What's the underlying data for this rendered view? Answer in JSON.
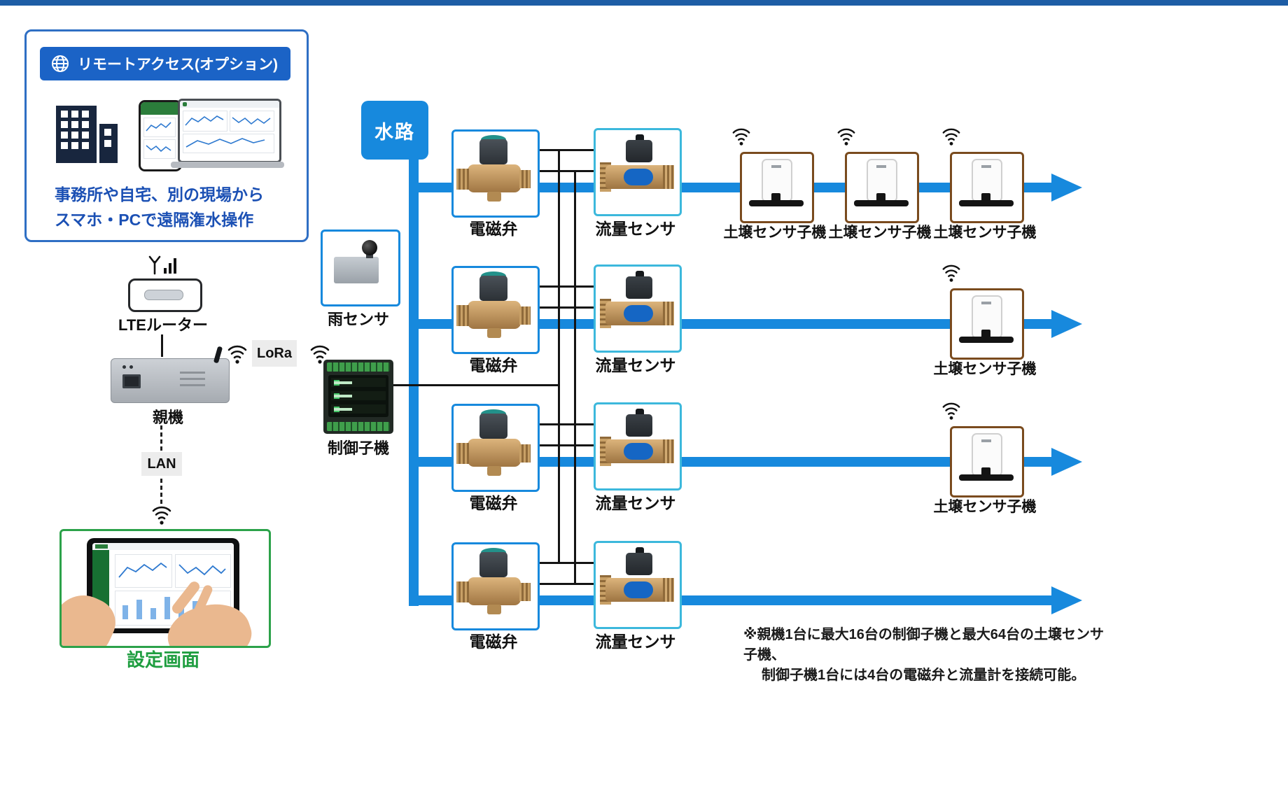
{
  "remote_access": {
    "title": "リモートアクセス(オプション)",
    "line1": "事務所や自宅、別の現場から",
    "line2": "スマホ・PCで遠隔潅水操作"
  },
  "left_column": {
    "lte_router": "LTEルーター",
    "parent_unit": "親機",
    "lora": "LoRa",
    "lan": "LAN",
    "settings_screen": "設定画面"
  },
  "center": {
    "waterway": "水路",
    "rain_sensor": "雨センサ",
    "controller": "制御子機"
  },
  "rows": [
    {
      "valve": "電磁弁",
      "flow": "流量センサ",
      "soil": [
        "土壌センサ子機",
        "土壌センサ子機",
        "土壌センサ子機"
      ]
    },
    {
      "valve": "電磁弁",
      "flow": "流量センサ",
      "soil": [
        "土壌センサ子機"
      ]
    },
    {
      "valve": "電磁弁",
      "flow": "流量センサ",
      "soil": [
        "土壌センサ子機"
      ]
    },
    {
      "valve": "電磁弁",
      "flow": "流量センサ",
      "soil": []
    }
  ],
  "note": {
    "line1": "※親機1台に最大16台の制御子機と最大64台の土壌センサ子機、",
    "line2": "制御子機1台には4台の電磁弁と流量計を接続可能。"
  },
  "colors": {
    "pipe-blue": "#1789dd",
    "flow-cyan": "#3cb8dc",
    "soil-brown": "#7a4b1e",
    "panel-blue": "#2f6fc4",
    "header-blue": "#1b63c6",
    "text-blue": "#1b50b4",
    "topbar-blue": "#1d5da5",
    "green": "#1f9e40"
  }
}
